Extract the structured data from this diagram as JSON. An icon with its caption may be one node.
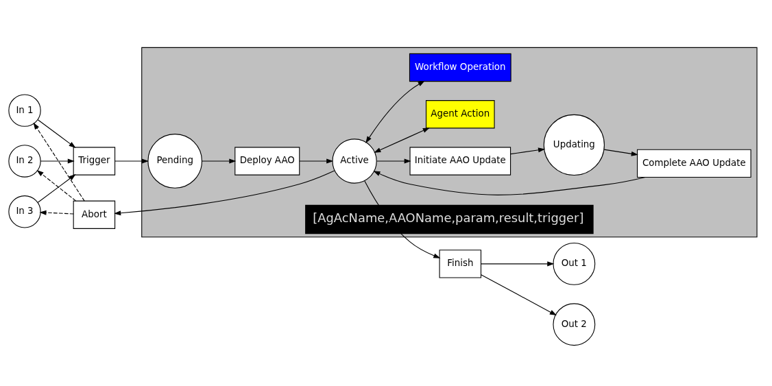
{
  "diagram": {
    "nodes": [
      {
        "text": [
          "[AgAcName,AAOName,param,result,trigger]"
        ]
      },
      {
        "text": [
          "In 1"
        ]
      },
      {
        "text": [
          "In 2"
        ]
      },
      {
        "text": [
          "In 3"
        ]
      },
      {
        "text": [
          "Trigger"
        ]
      },
      {
        "text": [
          "Pending"
        ],
        "in": 0
      },
      {
        "text": [
          "Deploy AAO"
        ],
        "in": 0
      },
      {
        "text": [
          "Initiate AAO Update"
        ],
        "in": 0
      },
      {
        "text": [
          "Updating"
        ],
        "in": 0
      },
      {
        "text": [
          "Complete AAO Update"
        ],
        "in": 0
      },
      {
        "text": [
          "Active"
        ],
        "in": 0
      },
      {
        "text": [
          "Agent Action"
        ],
        "in": 0
      },
      {
        "text": [
          "Workflow Operation"
        ],
        "in": 0
      },
      {
        "text": [
          "Abort"
        ]
      },
      {
        "text": [
          "Finish"
        ]
      },
      {
        "text": [
          "Out 1"
        ]
      },
      {
        "text": [
          "Out 2"
        ]
      }
    ],
    "edges": [
      {
        "from": 1,
        "to": 4,
        "arrow": "to"
      },
      {
        "from": 2,
        "to": 4,
        "arrow": "to"
      },
      {
        "from": 3,
        "to": 4,
        "arrow": "to"
      },
      {
        "from": 4,
        "to": 5,
        "arrow": "to"
      },
      {
        "from": 5,
        "to": 6,
        "arrow": "to"
      },
      {
        "from": 6,
        "to": 10,
        "arrow": "to"
      },
      {
        "from": 10,
        "to": 7,
        "arrow": "to"
      },
      {
        "from": 7,
        "to": 8,
        "arrow": "to"
      },
      {
        "from": 8,
        "to": 9,
        "arrow": "to"
      },
      {
        "from": 9,
        "to": 10,
        "arrow": "to"
      },
      {
        "from": 10,
        "to": 11,
        "arrow": "both"
      },
      {
        "from": 10,
        "to": 12,
        "arrow": "both"
      },
      {
        "from": 10,
        "to": 13,
        "arrow": "to"
      },
      {
        "from": 10,
        "to": 14,
        "arrow": "to"
      },
      {
        "from": 14,
        "to": 15,
        "arrow": "to"
      },
      {
        "from": 14,
        "to": 16,
        "arrow": "to"
      },
      {
        "from": 13,
        "to": 1,
        "arrow": "to",
        "style": "dashed"
      },
      {
        "from": 13,
        "to": 2,
        "arrow": "to",
        "style": "dashed"
      },
      {
        "from": 13,
        "to": 3,
        "arrow": "to",
        "style": "dashed"
      }
    ]
  }
}
